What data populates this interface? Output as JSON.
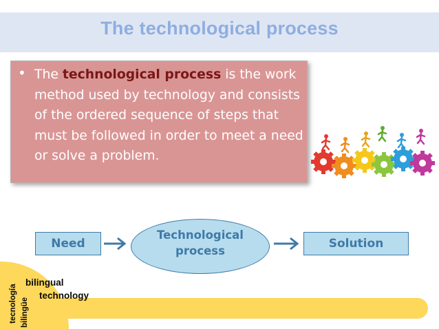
{
  "slide": {
    "title": "The technological process"
  },
  "bullet": {
    "intro": "The ",
    "highlight": "technological process",
    "rest": " is the work method used by technology and consists of the ordered sequence of steps that must be followed in order to meet a need or solve a problem."
  },
  "flow": {
    "need": "Need",
    "process_line1": "Technological",
    "process_line2": "process",
    "solution": "Solution"
  },
  "logo": {
    "vertical_1": "tecnología",
    "vertical_2": "bilingüe",
    "horizontal_1": "bilingual",
    "horizontal_2": "technology"
  },
  "colors": {
    "title": "#8eaee0",
    "title_bar": "#dfe6f3",
    "bullet_box": "#d99594",
    "highlight": "#7a1717",
    "flow_fill": "#b7dcee",
    "flow_stroke": "#3e7aa7",
    "band": "#fdd85a"
  },
  "icons": {
    "illustration": "people-running-on-gears-icon",
    "arrow": "arrow-right-icon"
  }
}
